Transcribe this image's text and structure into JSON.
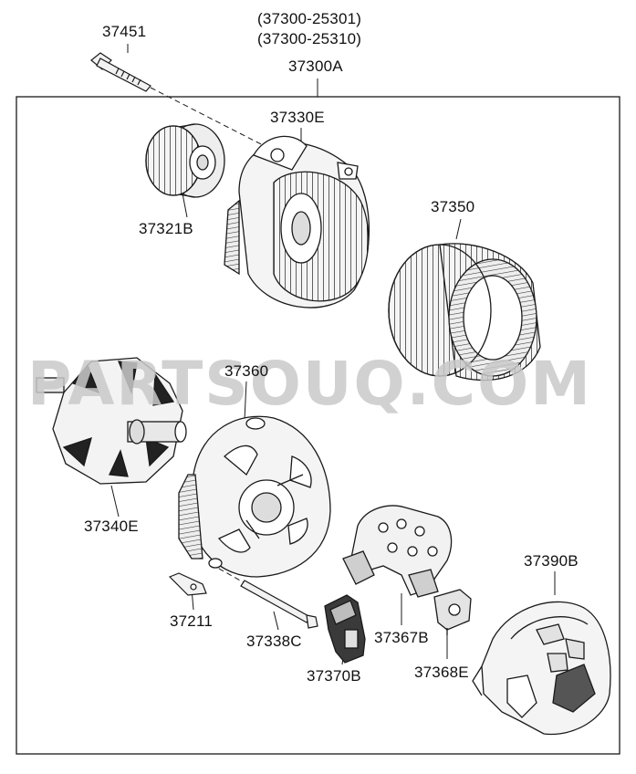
{
  "watermark": "PARTSOUQ.COM",
  "labels": {
    "alt_code_1": "(37300-25301)",
    "alt_code_2": "(37300-25310)",
    "assembly": "37300A",
    "bolt_top": "37451",
    "pulley": "37321B",
    "front_bracket": "37330E",
    "stator": "37350",
    "rotor": "37340E",
    "rear_bracket": "37360",
    "small_bracket": "37211",
    "through_bolt": "37338C",
    "regulator": "37370B",
    "rectifier": "37367B",
    "terminal": "37368E",
    "rear_cover": "37390B"
  },
  "colors": {
    "line": "#1a1a1a",
    "part_fill": "#f4f4f4",
    "shade": "#bdbdbd",
    "watermark": "#c9c9c9"
  }
}
